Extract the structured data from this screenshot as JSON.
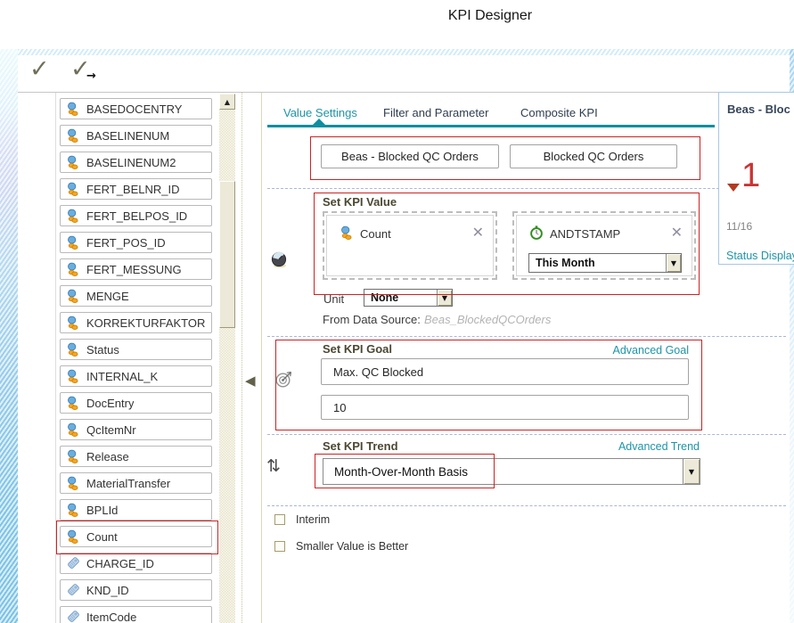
{
  "window": {
    "title": "KPI Designer"
  },
  "toolbar": {
    "buttons": [
      {
        "icon": "confirm"
      },
      {
        "icon": "confirm-and-continue"
      }
    ]
  },
  "sidebar": {
    "items": [
      {
        "label": "BASEDOCENTRY",
        "icon": "measure"
      },
      {
        "label": "BASELINENUM",
        "icon": "measure"
      },
      {
        "label": "BASELINENUM2",
        "icon": "measure"
      },
      {
        "label": "FERT_BELNR_ID",
        "icon": "measure"
      },
      {
        "label": "FERT_BELPOS_ID",
        "icon": "measure"
      },
      {
        "label": "FERT_POS_ID",
        "icon": "measure"
      },
      {
        "label": "FERT_MESSUNG",
        "icon": "measure"
      },
      {
        "label": "MENGE",
        "icon": "measure"
      },
      {
        "label": "KORREKTURFAKTOR",
        "icon": "measure"
      },
      {
        "label": "Status",
        "icon": "measure"
      },
      {
        "label": "INTERNAL_K",
        "icon": "measure"
      },
      {
        "label": "DocEntry",
        "icon": "measure"
      },
      {
        "label": "QcItemNr",
        "icon": "measure"
      },
      {
        "label": "Release",
        "icon": "measure"
      },
      {
        "label": "MaterialTransfer",
        "icon": "measure"
      },
      {
        "label": "BPLId",
        "icon": "measure"
      },
      {
        "label": "Count",
        "icon": "measure",
        "highlighted": true
      },
      {
        "label": "CHARGE_ID",
        "icon": "tag"
      },
      {
        "label": "KND_ID",
        "icon": "tag"
      },
      {
        "label": "ItemCode",
        "icon": "tag"
      }
    ]
  },
  "tabs": [
    {
      "label": "Value Settings",
      "active": true
    },
    {
      "label": "Filter and Parameter",
      "active": false
    },
    {
      "label": "Composite KPI",
      "active": false
    }
  ],
  "kpi": {
    "display_name": "Beas - Blocked QC Orders",
    "short_name": "Blocked QC Orders",
    "value_section": {
      "title": "Set KPI Value",
      "measure": "Count",
      "time_field": "ANDTSTAMP",
      "time_range": "This Month",
      "unit_label": "Unit",
      "unit_value": "None",
      "datasource_label": "From Data Source:",
      "datasource_value": "Beas_BlockedQCOrders"
    },
    "goal_section": {
      "title": "Set KPI Goal",
      "advanced_link": "Advanced Goal",
      "goal_name": "Max. QC Blocked",
      "goal_value": "10"
    },
    "trend_section": {
      "title": "Set KPI Trend",
      "advanced_link": "Advanced Trend",
      "trend_basis": "Month-Over-Month Basis"
    },
    "options": [
      {
        "label": "Interim",
        "checked": false
      },
      {
        "label": "Smaller Value is Better",
        "checked": false
      }
    ]
  },
  "preview": {
    "title": "Beas - Bloc",
    "value": "1",
    "trend_direction": "down",
    "page": "11/16",
    "link": "Status Display"
  },
  "icons": {
    "confirm": "check",
    "confirm-and-continue": "check-with-arrow",
    "measure": "blue-figure-with-orange-coins",
    "tag": "dimension-tag",
    "stopwatch": "green-stopwatch",
    "kpi-value": "gauge",
    "kpi-goal": "target",
    "kpi-trend": "up-down-arrows",
    "remove": "x",
    "dropdown": "down-triangle",
    "scroll-up": "up-triangle",
    "collapse": "left-triangle",
    "trend-down": "red-down-triangle"
  },
  "colors": {
    "accent_teal": "#1d95a8",
    "tab_underline": "#0d8ea1",
    "annotation_red": "#cc2323",
    "value_red": "#cb3333",
    "section_title": "#4b4733"
  }
}
